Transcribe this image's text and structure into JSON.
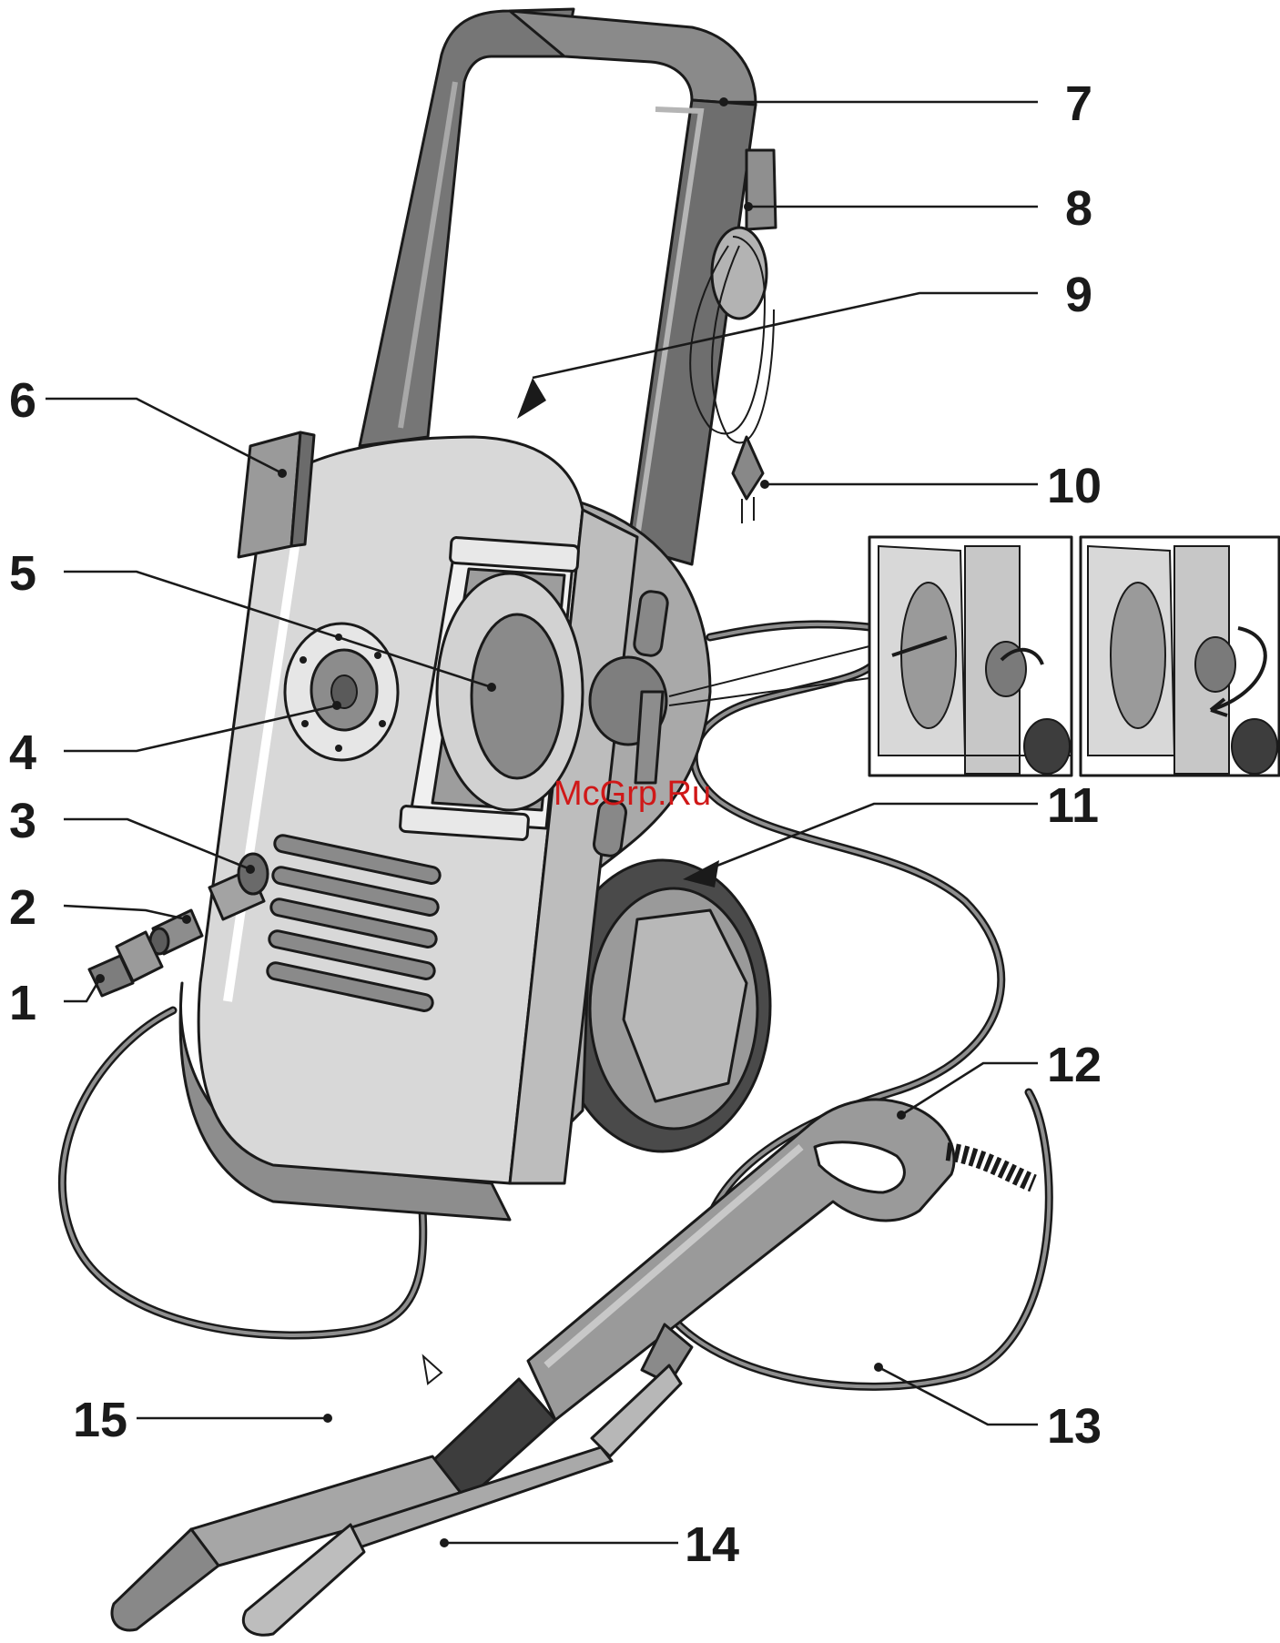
{
  "callouts": [
    {
      "n": "1"
    },
    {
      "n": "2"
    },
    {
      "n": "3"
    },
    {
      "n": "4"
    },
    {
      "n": "5"
    },
    {
      "n": "6"
    },
    {
      "n": "7"
    },
    {
      "n": "8"
    },
    {
      "n": "9"
    },
    {
      "n": "10"
    },
    {
      "n": "11"
    },
    {
      "n": "12"
    },
    {
      "n": "13"
    },
    {
      "n": "14"
    },
    {
      "n": "15"
    }
  ],
  "watermark": "McGrp.Ru",
  "colors": {
    "body_light": "#d6d6d6",
    "body_mid": "#b0b0b0",
    "handle_dark": "#6f6f6f",
    "outline": "#1a1a1a",
    "watermark": "#d01818"
  }
}
